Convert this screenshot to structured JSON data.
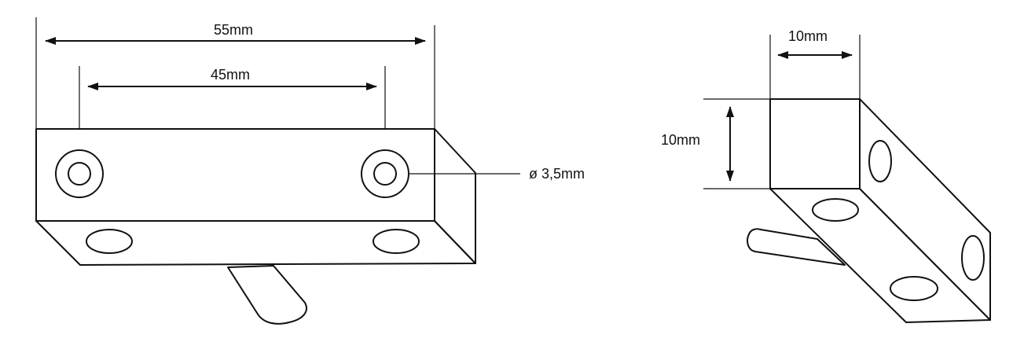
{
  "front_view": {
    "overall_length": "55mm",
    "hole_spacing": "45mm",
    "hole_diameter": "ø 3,5mm"
  },
  "side_view": {
    "width": "10mm",
    "height": "10mm"
  },
  "colors": {
    "line": "#111111",
    "background": "#ffffff"
  }
}
